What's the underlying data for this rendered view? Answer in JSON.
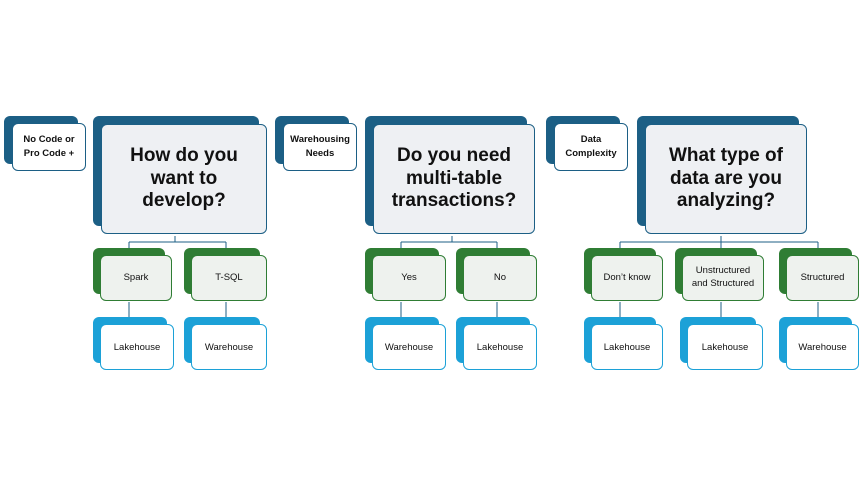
{
  "colors": {
    "dark_blue": "#1c5f85",
    "green": "#2f7d34",
    "light_blue": "#1ca1d7",
    "connector": "#1c5f85"
  },
  "trees": [
    {
      "category": "No Code or Pro Code +",
      "question": "How do you want to develop?",
      "options": [
        {
          "label": "Spark",
          "result": "Lakehouse"
        },
        {
          "label": "T-SQL",
          "result": "Warehouse"
        }
      ]
    },
    {
      "category": "Warehousing Needs",
      "question": "Do you need multi-table transactions?",
      "options": [
        {
          "label": "Yes",
          "result": "Warehouse"
        },
        {
          "label": "No",
          "result": "Lakehouse"
        }
      ]
    },
    {
      "category": "Data Complexity",
      "question": "What type of data are you analyzing?",
      "options": [
        {
          "label": "Don’t know",
          "result": "Lakehouse"
        },
        {
          "label": "Unstructured and Structured",
          "result": "Lakehouse"
        },
        {
          "label": "Structured",
          "result": "Warehouse"
        }
      ]
    }
  ]
}
